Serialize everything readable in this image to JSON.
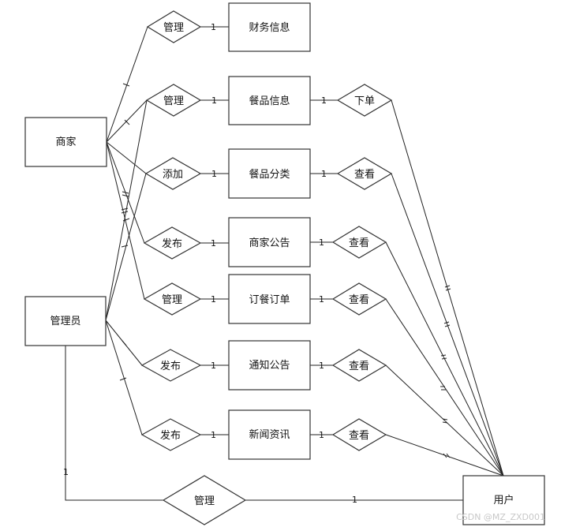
{
  "entities": {
    "merchant": "商家",
    "admin": "管理员",
    "user": "用户",
    "finance": "财务信息",
    "meal_info": "餐品信息",
    "meal_category": "餐品分类",
    "shop_notice": "商家公告",
    "order": "订餐订单",
    "notice": "通知公告",
    "news": "新闻资讯"
  },
  "relations": {
    "manage_finance": "管理",
    "manage_meal": "管理",
    "add_category": "添加",
    "publish_shop_notice": "发布",
    "manage_order": "管理",
    "publish_notice": "发布",
    "publish_news": "发布",
    "order_meal": "下单",
    "view_category": "查看",
    "view_shop_notice": "查看",
    "view_order": "查看",
    "view_notice": "查看",
    "view_news": "查看",
    "manage_user": "管理"
  },
  "cardinality": {
    "one": "1"
  },
  "watermark": "CSDN @MZ_ZXD001"
}
